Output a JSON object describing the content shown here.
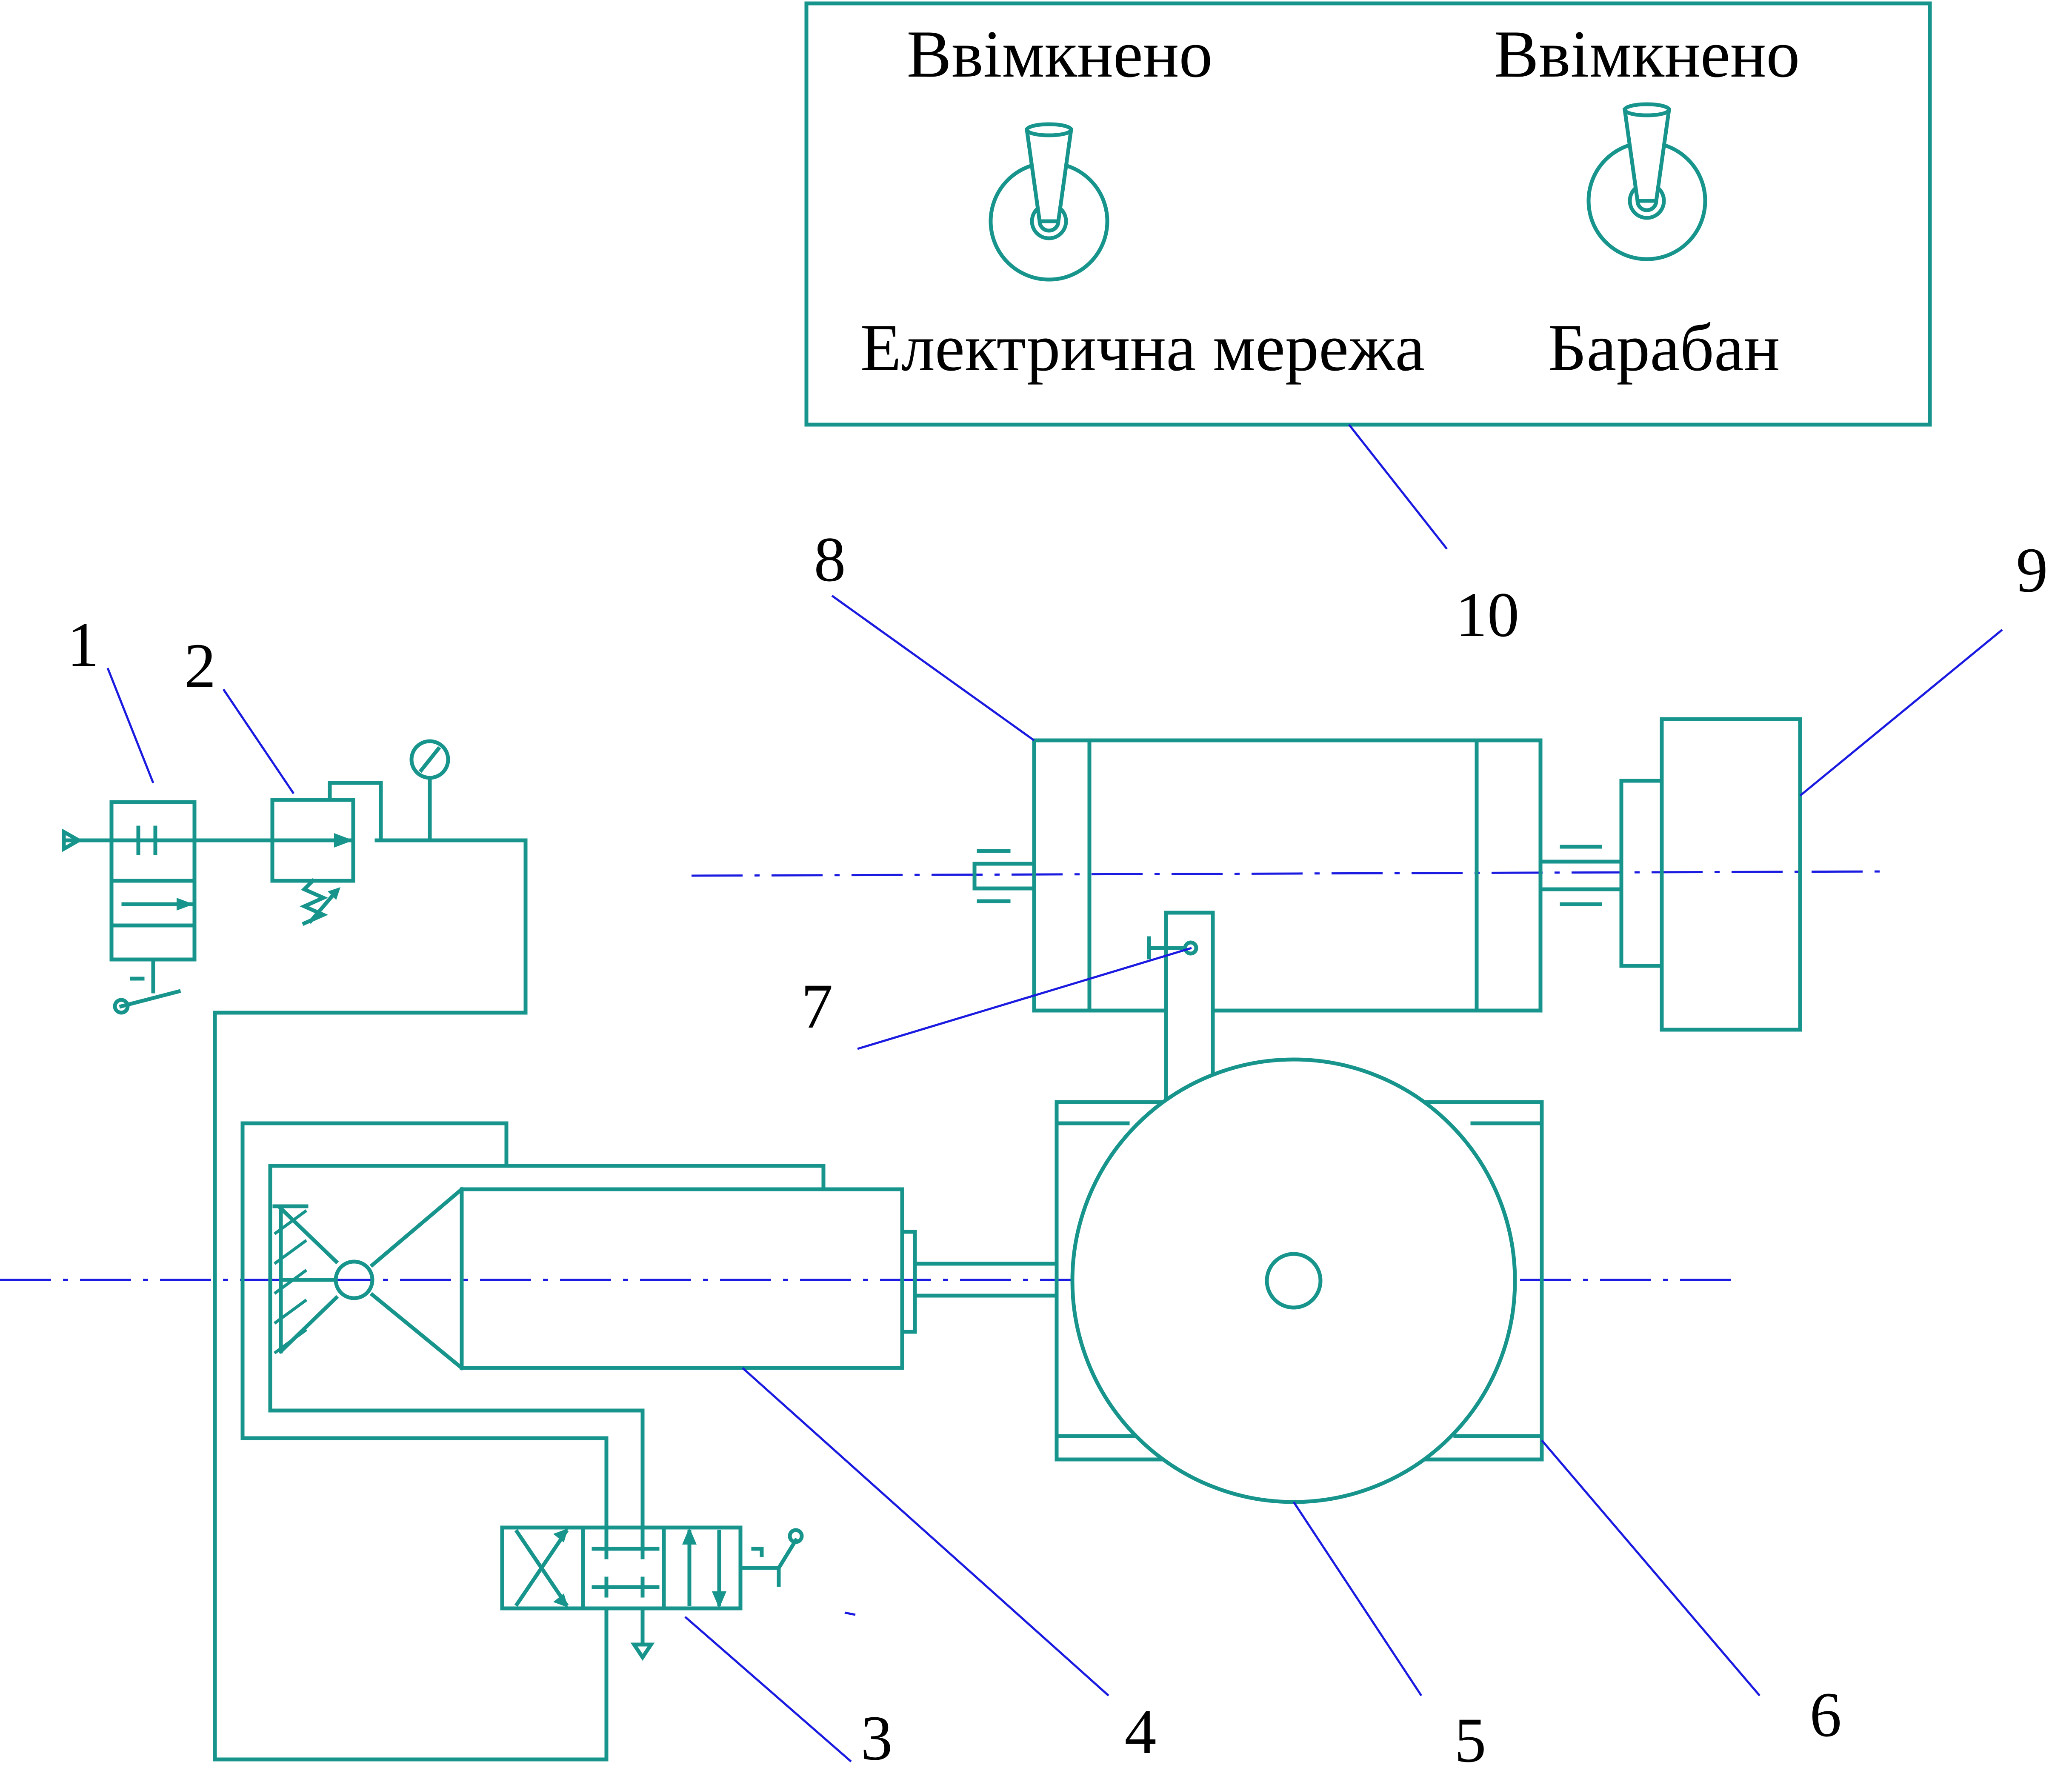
{
  "panel": {
    "switch1": {
      "state_label": "Ввімкнено",
      "name_label": "Електрична мережа"
    },
    "switch2": {
      "state_label": "Ввімкнено",
      "name_label": "Барабан"
    }
  },
  "labels": {
    "l1": "1",
    "l2": "2",
    "l3": "3",
    "l4": "4",
    "l5": "5",
    "l6": "6",
    "l7": "7",
    "l8": "8",
    "l9": "9",
    "l10": "10"
  },
  "colors": {
    "line": "#17958c",
    "leader": "#1a1ae0",
    "text": "#000000"
  }
}
